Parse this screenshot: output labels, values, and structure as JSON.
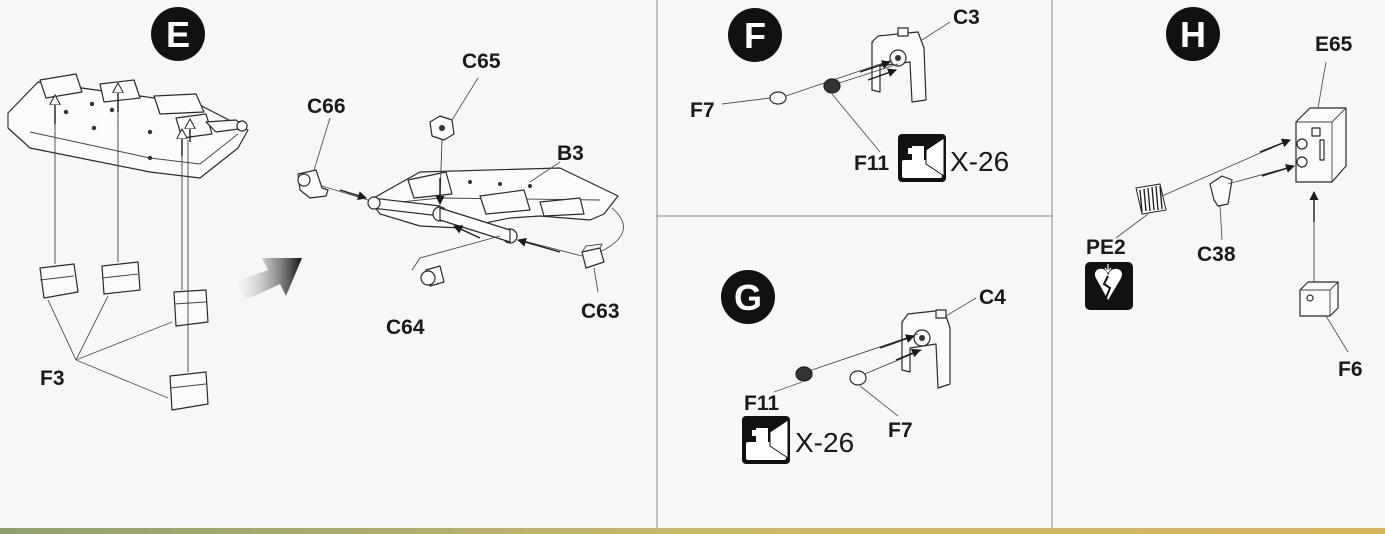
{
  "colors": {
    "ink": "#1a1a1a",
    "paper": "#f7f7f5",
    "divider": "#8a8a8a",
    "bottom_strip": "#c9b86a"
  },
  "steps": {
    "E": {
      "letter": "E",
      "labels": {
        "f3": "F3",
        "c66": "C66",
        "c65": "C65",
        "b3": "B3",
        "c64": "C64",
        "c63": "C63"
      },
      "icons": [
        "assembly-arrow-icon"
      ]
    },
    "F": {
      "letter": "F",
      "labels": {
        "c3": "C3",
        "f7": "F7",
        "f11": "F11"
      },
      "paint": {
        "icon": "paint-swatch-icon",
        "code": "X-26"
      }
    },
    "G": {
      "letter": "G",
      "labels": {
        "c4": "C4",
        "f11": "F11",
        "f7": "F7"
      },
      "paint": {
        "icon": "paint-swatch-icon",
        "code": "X-26"
      }
    },
    "H": {
      "letter": "H",
      "labels": {
        "e65": "E65",
        "pe2": "PE2",
        "c38": "C38",
        "f6": "F6"
      },
      "icons": [
        "photo-etch-part-icon"
      ]
    }
  }
}
